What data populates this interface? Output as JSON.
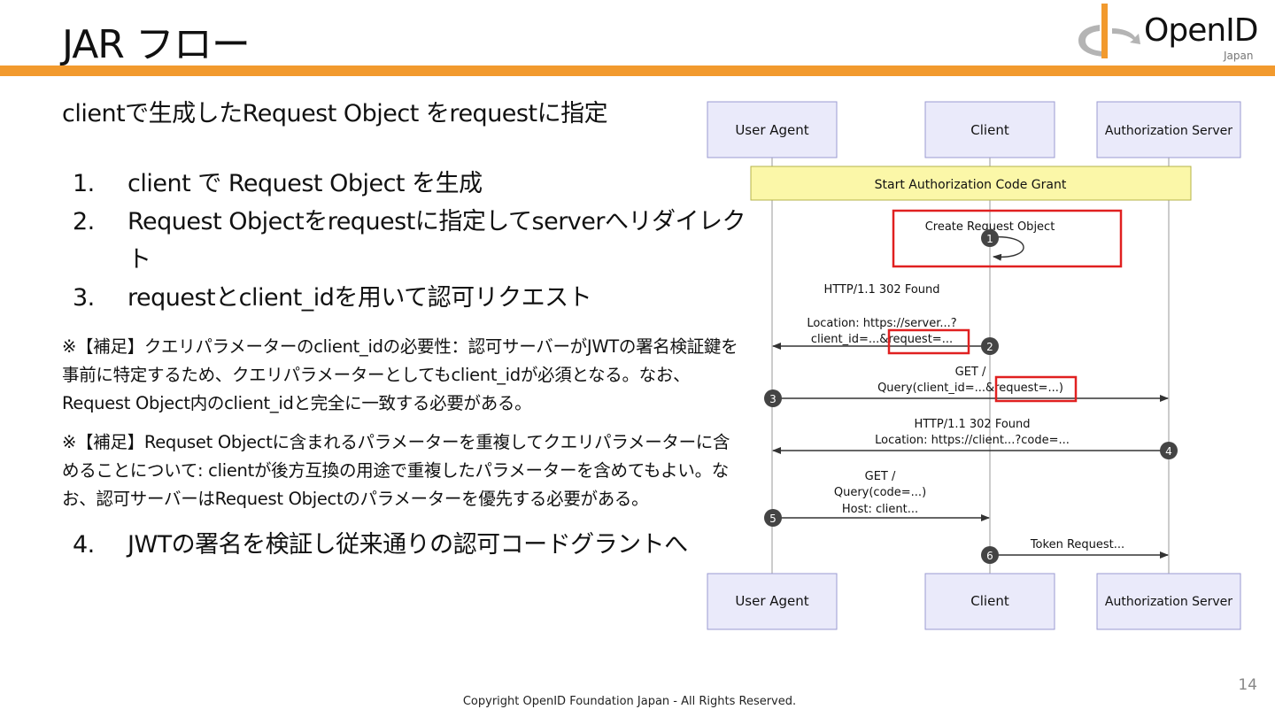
{
  "slide": {
    "title": "JAR フロー",
    "lead": "clientで生成したRequest Object をrequestに指定",
    "steps": [
      {
        "num": "1.",
        "text": "client で Request Object を生成"
      },
      {
        "num": "2.",
        "text": "Request Objectをrequestに指定してserverへリダイレクト"
      },
      {
        "num": "3.",
        "text": "requestとclient_idを用いて認可リクエスト"
      }
    ],
    "note1": "※【補足】クエリパラメーターのclient_idの必要性：認可サーバーがJWTの署名検証鍵を事前に特定するため、クエリパラメーターとしてもclient_idが必須となる。なお、Request Object内のclient_idと完全に一致する必要がある。",
    "note2": "※【補足】Requset Objectに含まれるパラメーターを重複してクエリパラメーターに含めることについて: clientが後方互換の用途で重複したパラメーターを含めてもよい。なお、認可サーバーはRequest Objectのパラメーターを優先する必要がある。",
    "step4": {
      "num": "4.",
      "text": "JWTの署名を検証し従来通りの認可コードグラントへ"
    },
    "footer": "Copyright OpenID Foundation Japan - All Rights Reserved.",
    "page_number": "14"
  },
  "logo": {
    "name": "OpenID",
    "sub": "Japan"
  },
  "diagram": {
    "participants": [
      "User Agent",
      "Client",
      "Authorization Server"
    ],
    "note": "Start Authorization Code Grant",
    "messages": [
      {
        "num": "1",
        "lines": [
          "Create Request Object"
        ]
      },
      {
        "num": "2",
        "lines": [
          "HTTP/1.1 302 Found",
          "Location: https://server...?",
          "client_id=...&request=..."
        ]
      },
      {
        "num": "3",
        "lines": [
          "GET /",
          "Query(client_id=...&request=...)"
        ]
      },
      {
        "num": "4",
        "lines": [
          "HTTP/1.1 302 Found",
          "Location: https://client...?code=..."
        ]
      },
      {
        "num": "5",
        "lines": [
          "GET /",
          "Query(code=...)",
          "Host: client..."
        ]
      },
      {
        "num": "6",
        "lines": [
          "Token Request..."
        ]
      }
    ],
    "colors": {
      "box_fill": "#eaeafa",
      "box_stroke": "#9b9bd2",
      "note_fill": "#fbf7a8",
      "note_stroke": "#b6b34a",
      "highlight": "#e02020",
      "orange": "#f29a2e"
    }
  }
}
